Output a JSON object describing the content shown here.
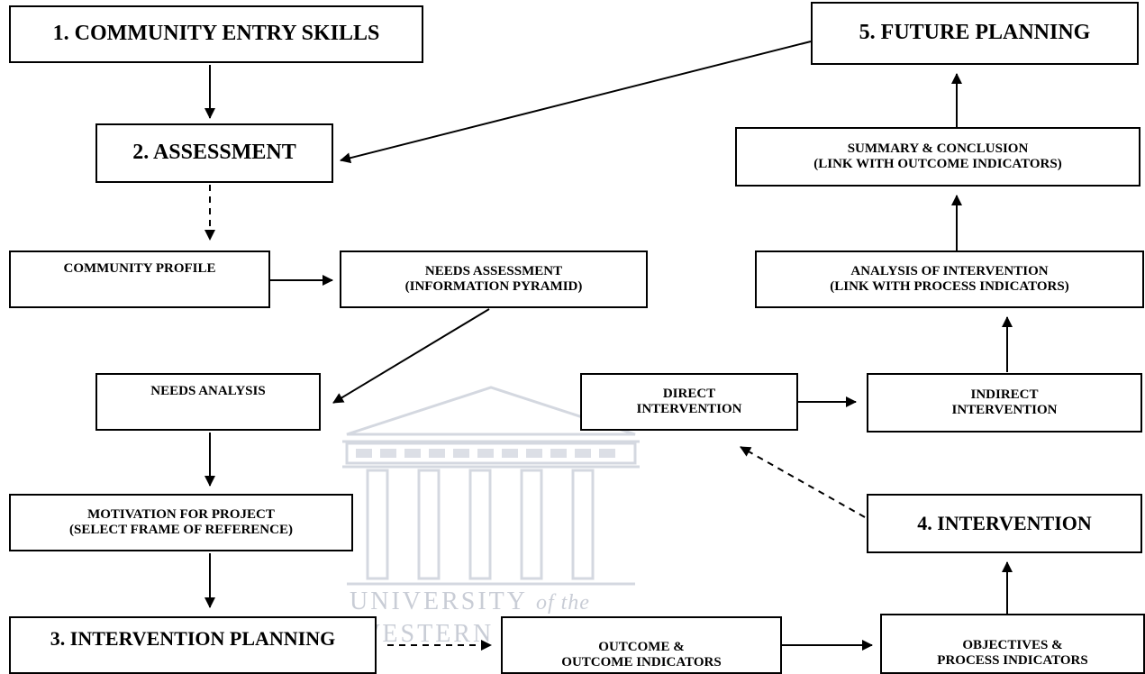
{
  "boxes": {
    "community_entry": "1. COMMUNITY ENTRY SKILLS",
    "assessment": "2. ASSESSMENT",
    "community_profile": "COMMUNITY PROFILE",
    "needs_assessment": [
      "NEEDS ASSESSMENT",
      "(INFORMATION PYRAMID)"
    ],
    "needs_analysis": "NEEDS ANALYSIS",
    "motivation": [
      "MOTIVATION FOR PROJECT",
      "(SELECT FRAME OF REFERENCE)"
    ],
    "intervention_planning": "3. INTERVENTION PLANNING",
    "outcome_indicators": [
      "OUTCOME &",
      "OUTCOME INDICATORS"
    ],
    "objectives": [
      "OBJECTIVES &",
      "PROCESS INDICATORS"
    ],
    "intervention": "4. INTERVENTION",
    "direct_intervention": [
      "DIRECT",
      "INTERVENTION"
    ],
    "indirect_intervention": [
      "INDIRECT",
      "INTERVENTION"
    ],
    "analysis": [
      "ANALYSIS OF INTERVENTION",
      "(LINK WITH PROCESS INDICATORS)"
    ],
    "summary": [
      "SUMMARY & CONCLUSION",
      "(LINK WITH OUTCOME INDICATORS)"
    ],
    "future_planning": "5. FUTURE PLANNING"
  },
  "watermark": {
    "line1": "UNIVERSITY",
    "line1_suffix": "of the",
    "line2": "WESTERN CAPE"
  }
}
